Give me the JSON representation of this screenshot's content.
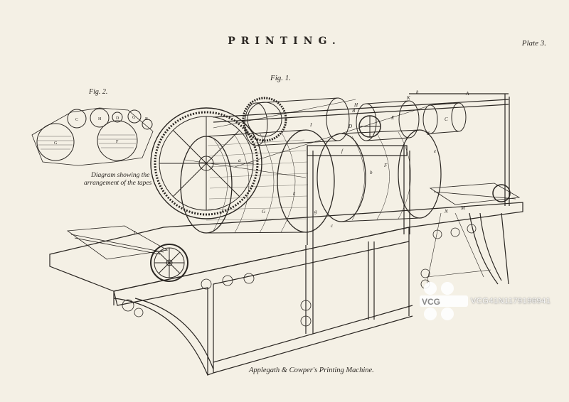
{
  "header": {
    "title": "PRINTING.",
    "plate_label": "Plate 3."
  },
  "figure1": {
    "label": "Fig. 1.",
    "part_letters": [
      "A",
      "B",
      "C",
      "D",
      "E",
      "F",
      "G",
      "H",
      "I",
      "K",
      "L",
      "M",
      "N",
      "a",
      "b",
      "c",
      "d",
      "e",
      "f",
      "g",
      "h",
      "k"
    ],
    "caption": "Applegath & Cowper's Printing Machine."
  },
  "figure2": {
    "label": "Fig. 2.",
    "caption_line1": "Diagram showing the",
    "caption_line2": "arrangement of the tapes",
    "cylinder_labels": [
      "C",
      "H",
      "D",
      "G",
      "G",
      "F",
      "B"
    ]
  },
  "watermark": {
    "brand": "VCG",
    "image_id": "VCG41N1179196941"
  },
  "colors": {
    "paper": "#f4f0e5",
    "ink": "#2a2622"
  }
}
